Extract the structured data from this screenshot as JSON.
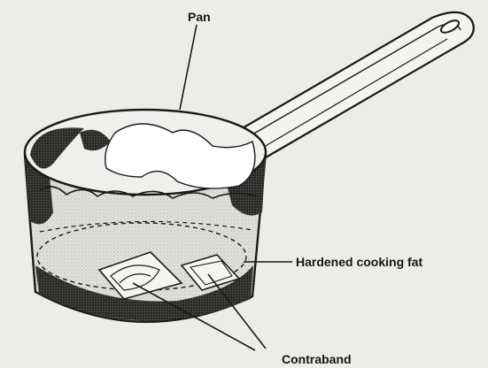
{
  "labels": {
    "pan": "Pan",
    "hardened_fat": "Hardened cooking fat",
    "contraband": "Contraband"
  }
}
